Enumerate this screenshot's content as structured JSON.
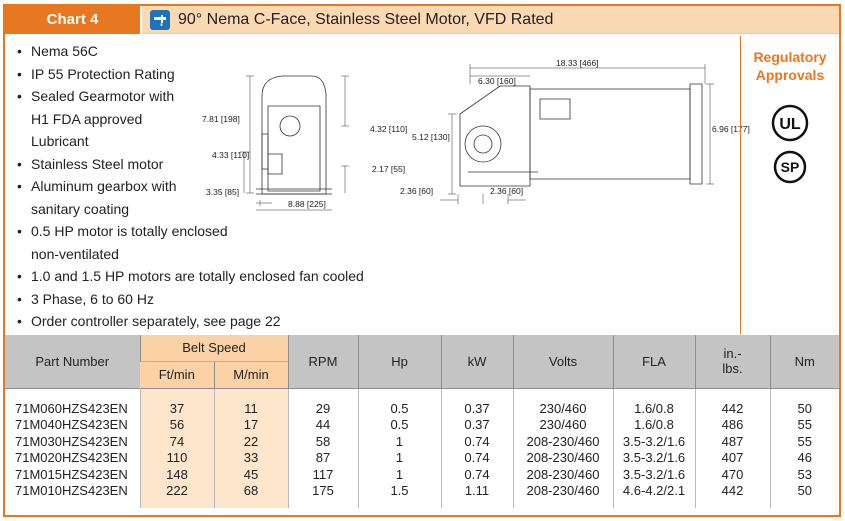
{
  "header": {
    "chart_label": "Chart 4",
    "title": "90° Nema C-Face, Stainless Steel Motor, VFD Rated",
    "icon": "faucet-icon"
  },
  "features": [
    "Nema 56C",
    "IP 55 Protection Rating",
    "Sealed Gearmotor with H1 FDA approved Lubricant",
    "Stainless Steel motor",
    "Aluminum gearbox with sanitary coating",
    "0.5 HP motor is totally enclosed non-ventilated",
    "1.0 and 1.5 HP motors are totally enclosed fan cooled",
    "3 Phase, 6 to 60 Hz",
    "Order controller separately, see page 22"
  ],
  "drawing": {
    "side_view": {
      "dim_height_total": "7.81 [198]",
      "dim_top_to_shaft": "4.32 [110]",
      "dim_shaft_height": "4.33 [110]",
      "dim_base_height": "2.17 [55]",
      "dim_foot_offset": "3.35 [85]",
      "dim_width": "8.88 [225]"
    },
    "front_view": {
      "dim_overall_length": "18.33 [466]",
      "dim_gear_length": "6.30 [160]",
      "dim_motor_diameter": "6.96 [177]",
      "dim_height": "5.12 [130]",
      "dim_left": "2.36 [60]",
      "dim_right": "2.36 [60]"
    }
  },
  "approvals": {
    "title": "Regulatory Approvals",
    "ul_text": "UL",
    "csa_text": "SP"
  },
  "table": {
    "headers": {
      "part_number": "Part Number",
      "belt_speed": "Belt Speed",
      "ft_min": "Ft/min",
      "m_min": "M/min",
      "rpm": "RPM",
      "hp": "Hp",
      "kw": "kW",
      "volts": "Volts",
      "fla": "FLA",
      "in_lbs": "in.- lbs.",
      "nm": "Nm"
    },
    "rows": [
      {
        "part": "71M060HZS423EN",
        "ft": "37",
        "m": "11",
        "rpm": "29",
        "hp": "0.5",
        "kw": "0.37",
        "volts": "230/460",
        "fla": "1.6/0.8",
        "inlbs": "442",
        "nm": "50"
      },
      {
        "part": "71M040HZS423EN",
        "ft": "56",
        "m": "17",
        "rpm": "44",
        "hp": "0.5",
        "kw": "0.37",
        "volts": "230/460",
        "fla": "1.6/0.8",
        "inlbs": "486",
        "nm": "55"
      },
      {
        "part": "71M030HZS423EN",
        "ft": "74",
        "m": "22",
        "rpm": "58",
        "hp": "1",
        "kw": "0.74",
        "volts": "208-230/460",
        "fla": "3.5-3.2/1.6",
        "inlbs": "487",
        "nm": "55"
      },
      {
        "part": "71M020HZS423EN",
        "ft": "110",
        "m": "33",
        "rpm": "87",
        "hp": "1",
        "kw": "0.74",
        "volts": "208-230/460",
        "fla": "3.5-3.2/1.6",
        "inlbs": "407",
        "nm": "46"
      },
      {
        "part": "71M015HZS423EN",
        "ft": "148",
        "m": "45",
        "rpm": "117",
        "hp": "1",
        "kw": "0.74",
        "volts": "208-230/460",
        "fla": "3.5-3.2/1.6",
        "inlbs": "470",
        "nm": "53"
      },
      {
        "part": "71M010HZS423EN",
        "ft": "222",
        "m": "68",
        "rpm": "175",
        "hp": "1.5",
        "kw": "1.11",
        "volts": "208-230/460",
        "fla": "4.6-4.2/2.1",
        "inlbs": "442",
        "nm": "50"
      }
    ]
  },
  "colors": {
    "accent": "#e87722",
    "title_bg": "#fbd9b3",
    "belt_speed_bg": "#fbd2a6",
    "header_gray": "#c4c4c4",
    "icon_blue": "#1f72b8"
  }
}
